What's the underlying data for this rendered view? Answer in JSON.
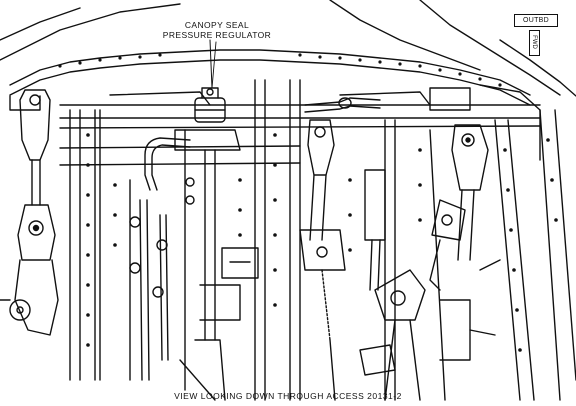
{
  "figure": {
    "callouts": [
      {
        "line1": "CANOPY SEAL",
        "line2": "PRESSURE REGULATOR"
      }
    ],
    "caption": "VIEW LOOKING DOWN THROUGH ACCESS 20131-2",
    "orientation": {
      "outboard": "OUTBD",
      "forward": "FWD"
    }
  }
}
